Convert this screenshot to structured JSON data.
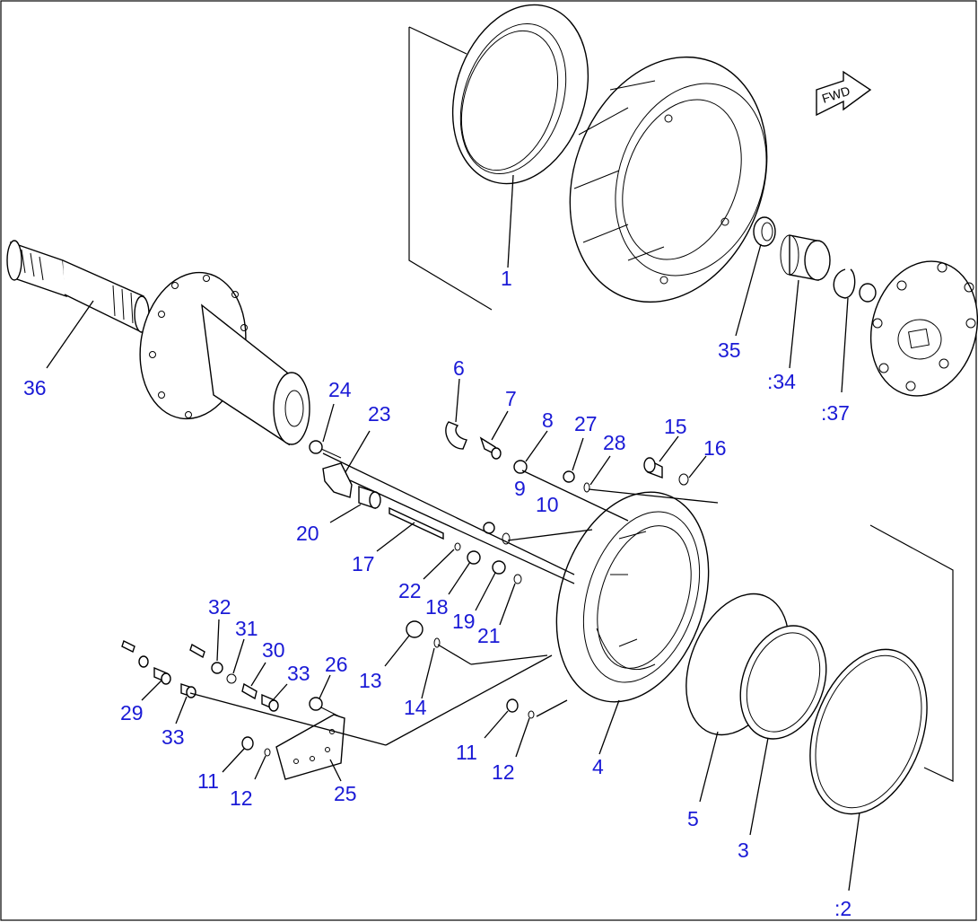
{
  "fwd_label": "FWD",
  "callouts": [
    {
      "id": "1",
      "text": "1"
    },
    {
      "id": "2",
      "text": ":2"
    },
    {
      "id": "3",
      "text": "3"
    },
    {
      "id": "4",
      "text": "4"
    },
    {
      "id": "5",
      "text": "5"
    },
    {
      "id": "6",
      "text": "6"
    },
    {
      "id": "7",
      "text": "7"
    },
    {
      "id": "8",
      "text": "8"
    },
    {
      "id": "9",
      "text": "9"
    },
    {
      "id": "10",
      "text": "10"
    },
    {
      "id": "11a",
      "text": "11"
    },
    {
      "id": "11b",
      "text": "11"
    },
    {
      "id": "12a",
      "text": "12"
    },
    {
      "id": "12b",
      "text": "12"
    },
    {
      "id": "13",
      "text": "13"
    },
    {
      "id": "14",
      "text": "14"
    },
    {
      "id": "15",
      "text": "15"
    },
    {
      "id": "16",
      "text": "16"
    },
    {
      "id": "17",
      "text": "17"
    },
    {
      "id": "18",
      "text": "18"
    },
    {
      "id": "19",
      "text": "19"
    },
    {
      "id": "20",
      "text": "20"
    },
    {
      "id": "21",
      "text": "21"
    },
    {
      "id": "22",
      "text": "22"
    },
    {
      "id": "23",
      "text": "23"
    },
    {
      "id": "24",
      "text": "24"
    },
    {
      "id": "25",
      "text": "25"
    },
    {
      "id": "26",
      "text": "26"
    },
    {
      "id": "27",
      "text": "27"
    },
    {
      "id": "28",
      "text": "28"
    },
    {
      "id": "29",
      "text": "29"
    },
    {
      "id": "30",
      "text": "30"
    },
    {
      "id": "31",
      "text": "31"
    },
    {
      "id": "32",
      "text": "32"
    },
    {
      "id": "33a",
      "text": "33"
    },
    {
      "id": "33b",
      "text": "33"
    },
    {
      "id": "34",
      "text": ":34"
    },
    {
      "id": "35",
      "text": "35"
    },
    {
      "id": "36",
      "text": "36"
    },
    {
      "id": "37",
      "text": ":37"
    }
  ]
}
